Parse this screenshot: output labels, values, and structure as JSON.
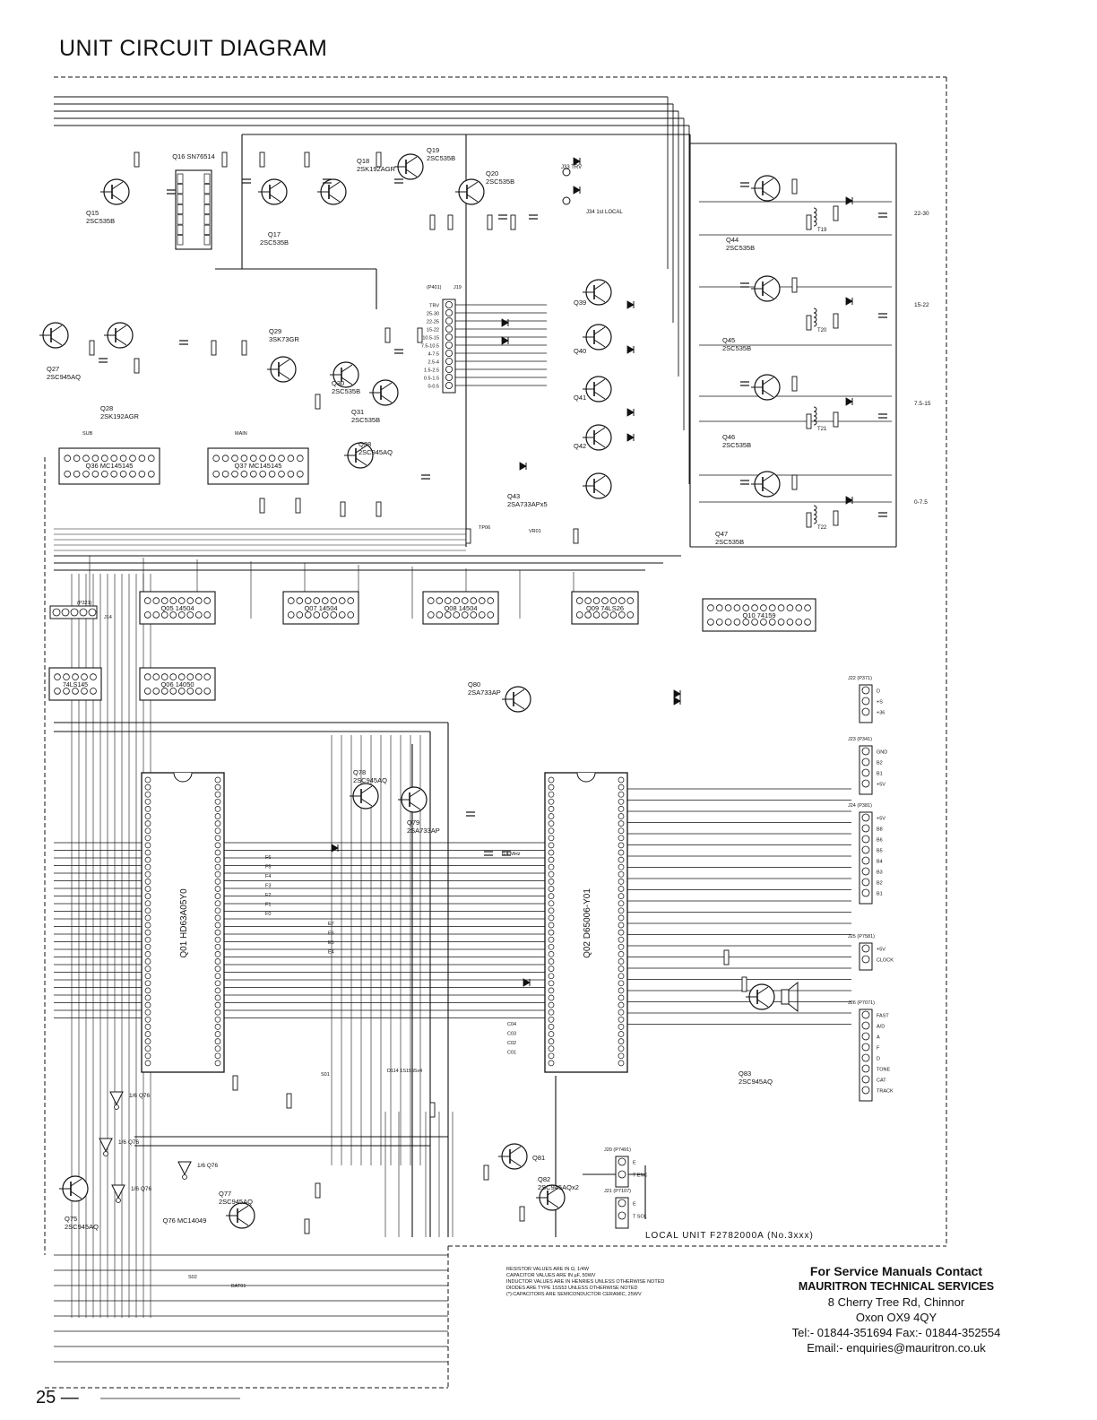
{
  "page": {
    "title": "UNIT CIRCUIT DIAGRAM",
    "page_number": "25 —",
    "unit_label": "LOCAL UNIT  F2782000A (No.3xxx)"
  },
  "contact": {
    "heading": "For Service Manuals Contact",
    "company": "MAURITRON TECHNICAL SERVICES",
    "address1": "8 Cherry Tree Rd, Chinnor",
    "address2": "Oxon OX9 4QY",
    "phone": "Tel:- 01844-351694 Fax:- 01844-352554",
    "email": "Email:- enquiries@mauritron.co.uk"
  },
  "notes": [
    "RESISTOR VALUES ARE IN Ω, 1/4W",
    "CAPACITOR VALUES ARE IN µF, 50WV",
    "INDUCTOR VALUES ARE IN HENRIES UNLESS OTHERWISE NOTED",
    "DIODES ARE TYPE 1SS53 UNLESS OTHERWISE NOTED",
    "(*):CAPACITORS ARE SEMICONDUCTOR CERAMIC, 25WV"
  ],
  "transistors": [
    {
      "id": "q15",
      "ref": "Q15",
      "part": "2SC535B"
    },
    {
      "id": "q17",
      "ref": "Q17",
      "part": "2SC535B"
    },
    {
      "id": "q18",
      "ref": "Q18",
      "part": "2SK192AGR"
    },
    {
      "id": "q19",
      "ref": "Q19",
      "part": "2SC535B"
    },
    {
      "id": "q20",
      "ref": "Q20",
      "part": "2SC535B"
    },
    {
      "id": "q27",
      "ref": "Q27",
      "part": "2SC945AQ"
    },
    {
      "id": "q28",
      "ref": "Q28",
      "part": "2SK192AGR"
    },
    {
      "id": "q29",
      "ref": "Q29",
      "part": "3SK73GR"
    },
    {
      "id": "q30",
      "ref": "Q30",
      "part": "2SC535B"
    },
    {
      "id": "q31",
      "ref": "Q31",
      "part": "2SC535B"
    },
    {
      "id": "q38",
      "ref": "Q38",
      "part": "2SC945AQ"
    },
    {
      "id": "q39",
      "ref": "Q39",
      "part": ""
    },
    {
      "id": "q40",
      "ref": "Q40",
      "part": ""
    },
    {
      "id": "q41",
      "ref": "Q41",
      "part": ""
    },
    {
      "id": "q42",
      "ref": "Q42",
      "part": ""
    },
    {
      "id": "q43",
      "ref": "Q43",
      "part": "2SA733APx5"
    },
    {
      "id": "q44",
      "ref": "Q44",
      "part": "2SC535B"
    },
    {
      "id": "q45",
      "ref": "Q45",
      "part": "2SC535B"
    },
    {
      "id": "q46",
      "ref": "Q46",
      "part": "2SC535B"
    },
    {
      "id": "q47",
      "ref": "Q47",
      "part": "2SC535B"
    },
    {
      "id": "q78",
      "ref": "Q78",
      "part": "2SC945AQ"
    },
    {
      "id": "q79",
      "ref": "Q79",
      "part": "2SA733AP"
    },
    {
      "id": "q80",
      "ref": "Q80",
      "part": "2SA733AP"
    },
    {
      "id": "q81",
      "ref": "Q81",
      "part": ""
    },
    {
      "id": "q82",
      "ref": "Q82",
      "part": "2SC945AQx2"
    },
    {
      "id": "q83",
      "ref": "Q83",
      "part": "2SC945AQ"
    },
    {
      "id": "q75",
      "ref": "Q75",
      "part": "2SC945AQ"
    },
    {
      "id": "q77",
      "ref": "Q77",
      "part": "2SC945AQ"
    }
  ],
  "ics": [
    {
      "id": "q16",
      "ref": "Q16",
      "part": "SN76514"
    },
    {
      "id": "q36",
      "ref": "Q36",
      "part": "MC145145"
    },
    {
      "id": "q37",
      "ref": "Q37",
      "part": "MC145145"
    },
    {
      "id": "q05",
      "ref": "Q05",
      "part": "14504"
    },
    {
      "id": "q06",
      "ref": "Q06",
      "part": "14050"
    },
    {
      "id": "q07",
      "ref": "Q07",
      "part": "14504"
    },
    {
      "id": "q08",
      "ref": "Q08",
      "part": "14504"
    },
    {
      "id": "q09",
      "ref": "Q09",
      "part": "74LS26"
    },
    {
      "id": "q10",
      "ref": "Q10",
      "part": "74159"
    },
    {
      "id": "q01",
      "ref": "Q01",
      "part": "HD63A05Y0"
    },
    {
      "id": "q02",
      "ref": "Q02",
      "part": "D65006-Y01"
    },
    {
      "id": "q76",
      "ref": "Q76",
      "part": "MC14049"
    },
    {
      "id": "q04",
      "ref": "",
      "part": "74LS145"
    }
  ],
  "band_labels": [
    "22-30",
    "15-22",
    "7.5-15",
    "0-7.5"
  ],
  "j19_bands": [
    "TRV",
    "25-30",
    "22-25",
    "15-22",
    "10.5-15",
    "7.5-10.5",
    "4-7.5",
    "2.5-4",
    "1.5-2.5",
    "0.5-1.5",
    "0-0.5"
  ],
  "connectors": [
    {
      "id": "j22",
      "ref": "J22 (P371)",
      "pins": [
        "D",
        "+S",
        "+36"
      ]
    },
    {
      "id": "j23",
      "ref": "J23 (P341)",
      "pins": [
        "GND",
        "B2",
        "B1",
        "+5V"
      ]
    },
    {
      "id": "j24",
      "ref": "J24 (P381)",
      "pins": [
        "+5V",
        "B8",
        "B6",
        "B5",
        "B4",
        "B3",
        "B2",
        "B1"
      ]
    },
    {
      "id": "j25",
      "ref": "J25 (P7581)",
      "pins": [
        "+5V",
        "CLOCK"
      ]
    },
    {
      "id": "j26",
      "ref": "J26 (P7071)",
      "pins": [
        "FAST",
        "A/D",
        "A",
        "F",
        "D",
        "TONE",
        "CAT",
        "TRACK"
      ]
    },
    {
      "id": "j20",
      "ref": "J20 (P7491)",
      "pins": [
        "E",
        "T ENC"
      ]
    },
    {
      "id": "j21",
      "ref": "J21 (P7107)",
      "pins": [
        "E",
        "T SOL"
      ]
    }
  ],
  "j33": "J33 TRV",
  "j34": "J34 1st LOCAL",
  "misc_labels": {
    "d114": "D114 1S1555x4",
    "xtal": "6.4 MHz",
    "s01": "S01",
    "s02": "S02",
    "bat": "BAT01",
    "tp06": "TP06",
    "vr01": "VR01",
    "p321": "(P321)",
    "j14": "J14",
    "sub": "SUB",
    "main": "MAIN",
    "fraction_labels": [
      "1/6 Q76",
      "1/6 Q76",
      "1/6 Q76",
      "1/6 Q76"
    ],
    "t_labels": [
      "T19",
      "T20",
      "T21",
      "T22"
    ],
    "bus_f": [
      "F6",
      "F5",
      "F4",
      "F3",
      "F2",
      "F1",
      "F0"
    ],
    "bus_e": [
      "E7",
      "E6",
      "E5",
      "E4"
    ],
    "bus_c": [
      "C04",
      "C03",
      "C02",
      "C01"
    ]
  }
}
